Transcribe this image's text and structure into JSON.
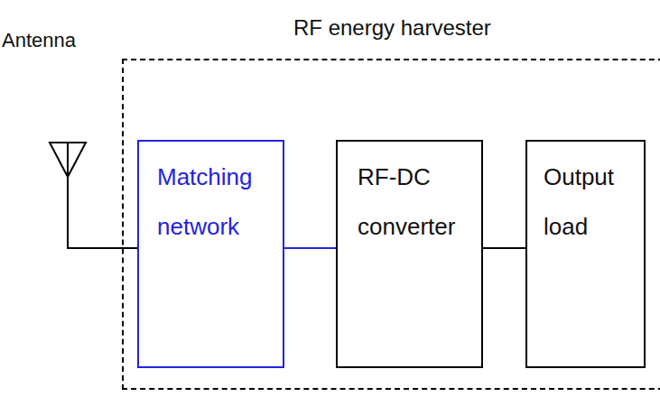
{
  "diagram": {
    "nodes": [
      {
        "text": [
          "RF energy harvester"
        ]
      },
      {
        "text": [
          "Matching network"
        ],
        "in": 0
      },
      {
        "text": [
          "RF-DC converter"
        ],
        "in": 0
      },
      {
        "text": [
          "Output load"
        ],
        "in": 0
      }
    ],
    "edges": [
      {
        "from": 1,
        "to": 2,
        "arrow": "none"
      },
      {
        "from": 2,
        "to": 3,
        "arrow": "none"
      }
    ],
    "labels": [
      "Antenna"
    ]
  }
}
